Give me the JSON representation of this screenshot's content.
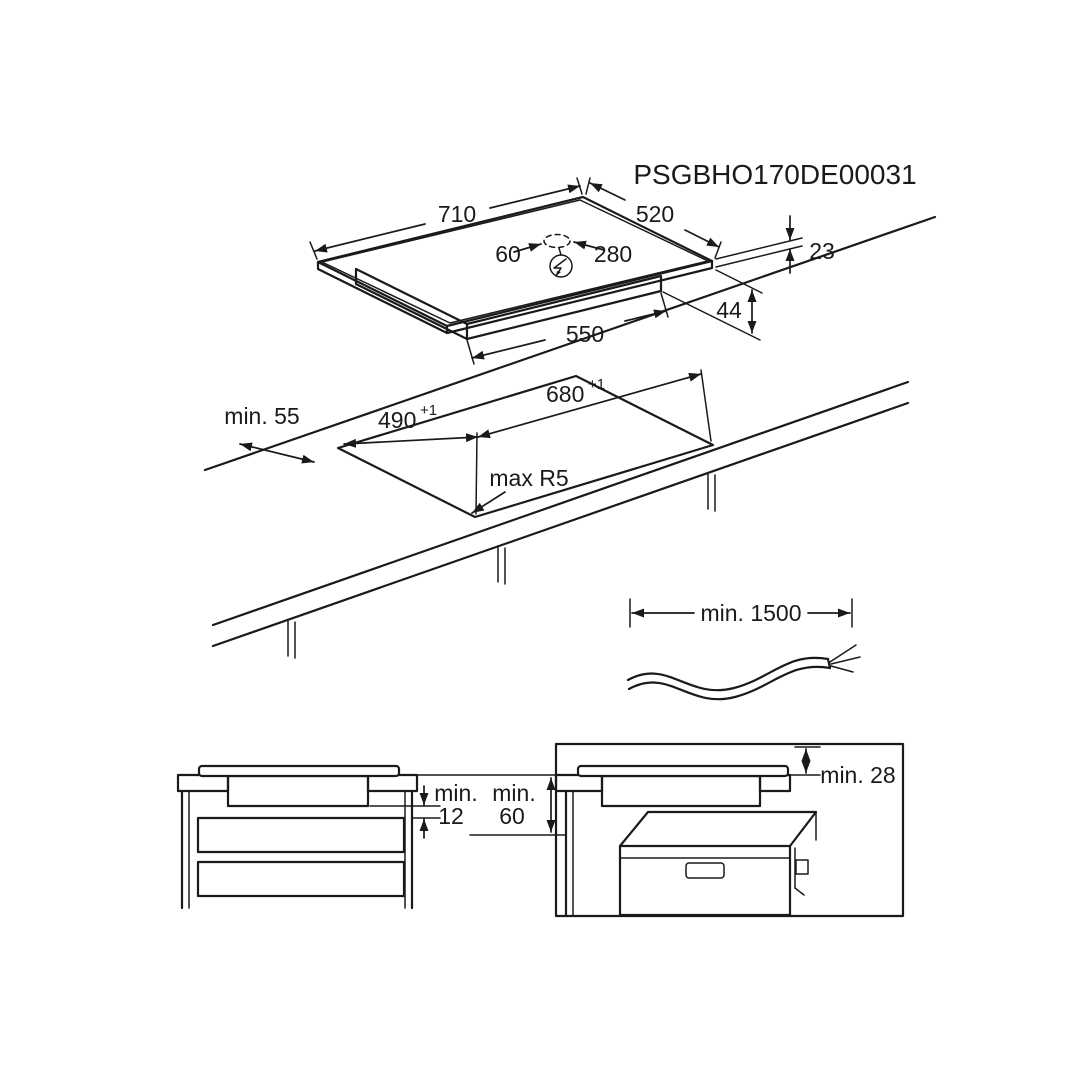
{
  "product_code": "PSGBHO170DE00031",
  "dims": {
    "hob_width": "710",
    "hob_depth": "520",
    "mains_hole_offset": "60",
    "mains_hole_offset_right": "280",
    "glass_thickness": "23",
    "housing_depth": "44",
    "housing_width": "550",
    "wall_clearance": "min. 55",
    "cutout_depth": "490",
    "cutout_depth_tolerance": "+1",
    "cutout_width": "680",
    "cutout_width_tolerance": "+1",
    "cutout_corner_radius": "max R5",
    "cable_length": "min. 1500",
    "drawer_gap_prefix": "min.",
    "drawer_gap_value": "12",
    "vent_gap_prefix": "min.",
    "vent_gap_value": "60",
    "oven_gap": "min. 28"
  },
  "icons": {
    "power_symbol": "lightning-bolt"
  },
  "colors": {
    "line": "#1a1a1a",
    "background": "#ffffff"
  }
}
